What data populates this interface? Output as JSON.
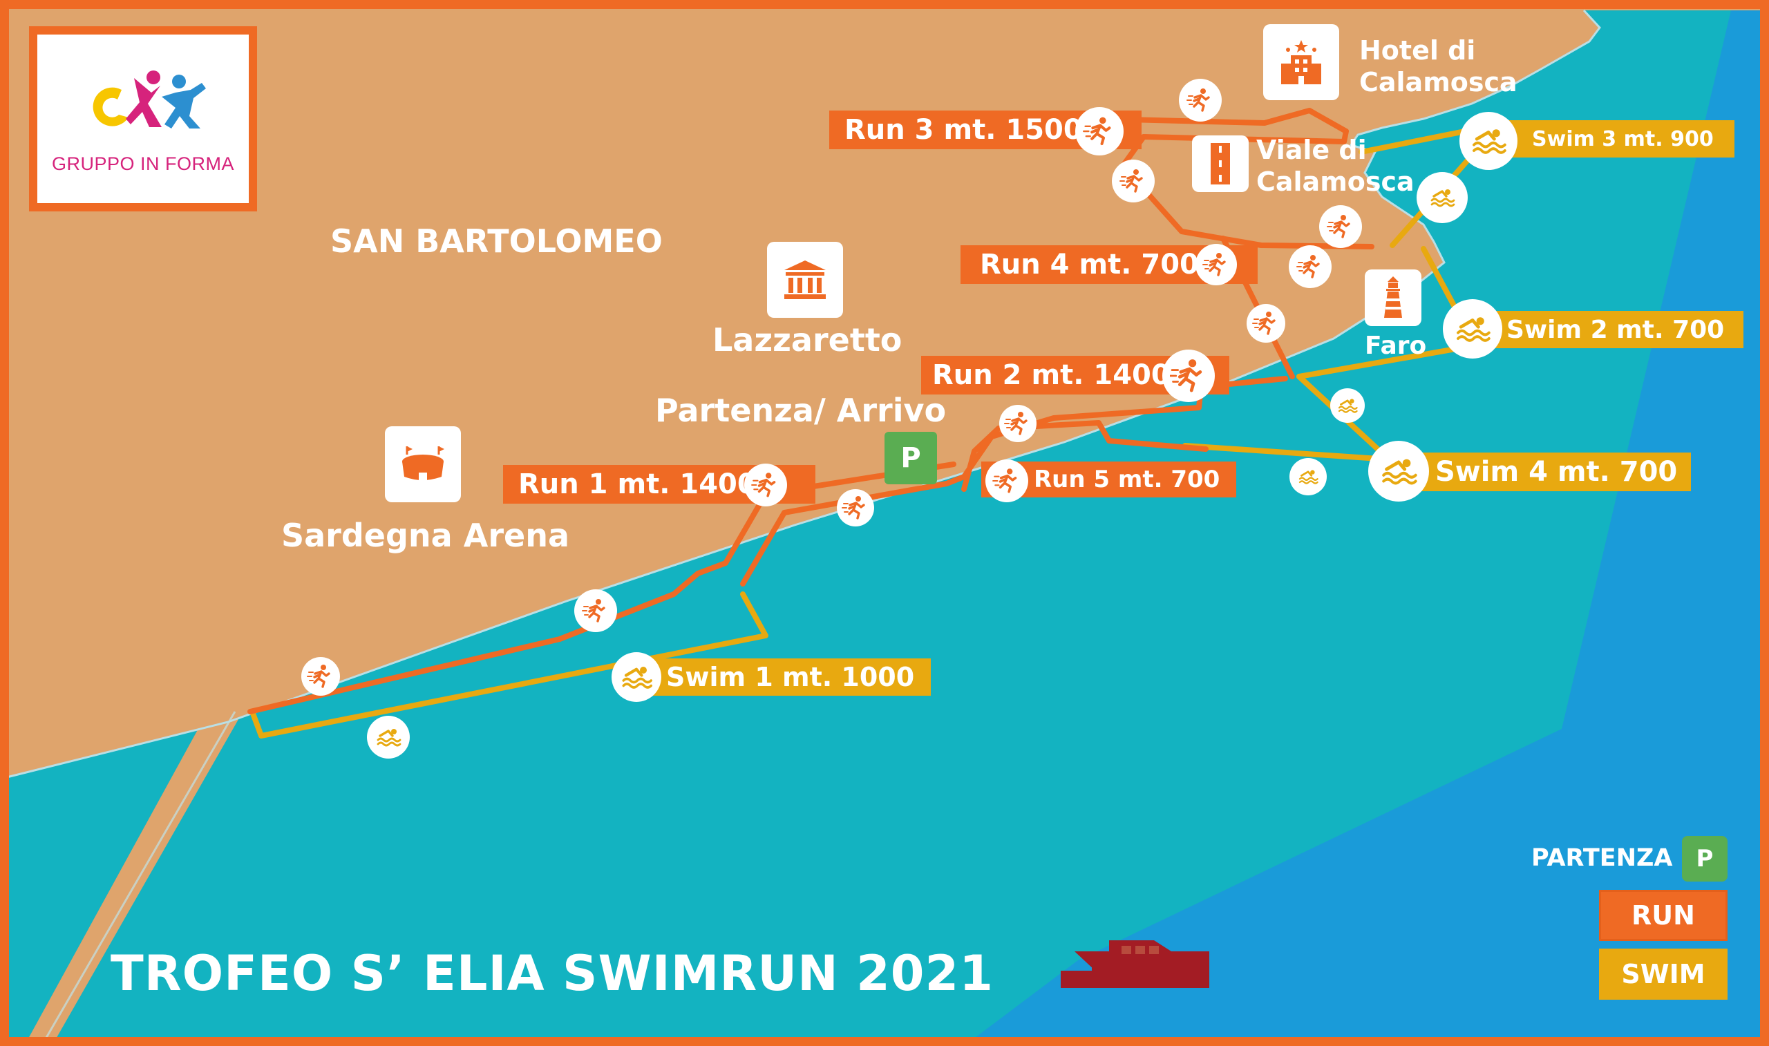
{
  "title": "TROFEO S’ ELIA SWIMRUN 2021",
  "logo": {
    "text": "GRUPPO IN FORMA",
    "icon": "gruppo-in-forma-logo"
  },
  "places": {
    "san_bartolomeo": "SAN BARTOLOMEO",
    "lazzaretto": "Lazzaretto",
    "partenza_arrivo": "Partenza/ Arrivo",
    "sardegna_arena": "Sardegna Arena",
    "hotel_line1": "Hotel di",
    "hotel_line2": "Calamosca",
    "viale_line1": "Viale di",
    "viale_line2": "Calamosca",
    "faro": "Faro"
  },
  "segments": {
    "run1": "Run 1 mt. 1400",
    "run2": "Run 2 mt. 1400",
    "run3": "Run 3 mt. 1500",
    "run4": "Run 4 mt. 700",
    "run5": "Run 5 mt. 700",
    "swim1": "Swim 1  mt. 1000",
    "swim2": "Swim 2 mt. 700",
    "swim3": "Swim 3 mt. 900",
    "swim4": "Swim 4 mt. 700"
  },
  "parking": "P",
  "legend": {
    "start_label": "PARTENZA",
    "start_badge": "P",
    "run": "RUN",
    "swim": "SWIM"
  },
  "colors": {
    "land": "#dfa46c",
    "sea_shallow": "#13b3c1",
    "sea_deep": "#1a9bd9",
    "run": "#ef6a24",
    "swim": "#e8a910",
    "parking": "#5aad52",
    "boat": "#a31c24",
    "border": "#ef6a24"
  },
  "icons": [
    "runner-icon",
    "swimmer-icon",
    "hotel-icon",
    "road-icon",
    "museum-icon",
    "stadium-icon",
    "lighthouse-icon",
    "boat-icon"
  ]
}
